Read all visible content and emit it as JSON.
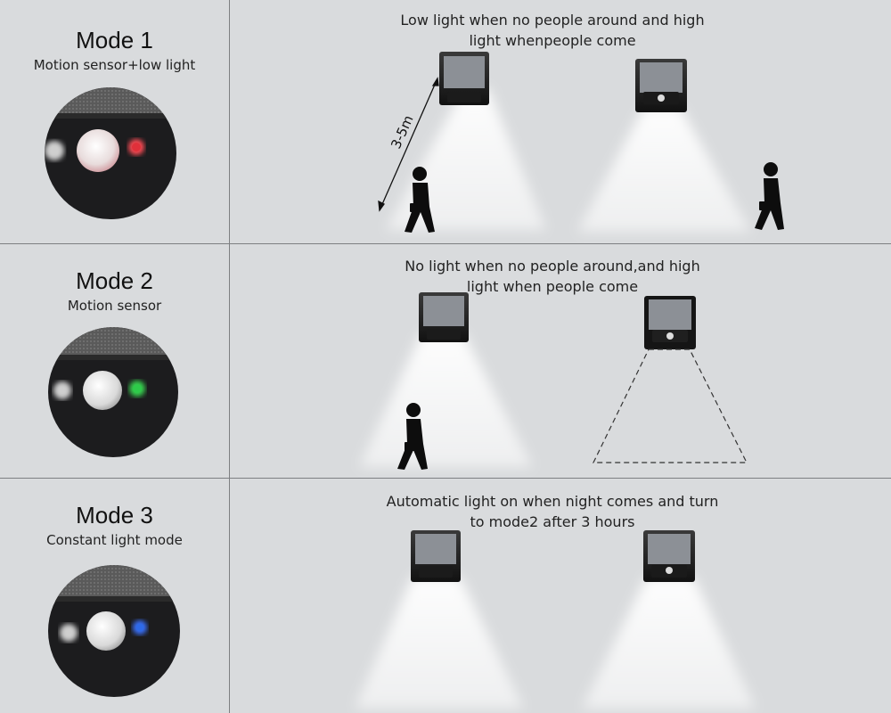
{
  "modes": [
    {
      "title": "Mode 1",
      "subtitle": "Motion sensor+low light",
      "description_line1": "Low light when no people around and high",
      "description_line2": "light whenpeople come",
      "distance_label": "3-5m",
      "indicator_color": "#e0303a"
    },
    {
      "title": "Mode 2",
      "subtitle": "Motion sensor",
      "description_line1": "No light when no people around,and high",
      "description_line2": "light when people come",
      "indicator_color": "#2ecb4a"
    },
    {
      "title": "Mode 3",
      "subtitle": "Constant light mode",
      "description_line1": "Automatic light on when night comes and turn",
      "description_line2": "to mode2 after 3 hours",
      "indicator_color": "#2e6ae8"
    }
  ]
}
